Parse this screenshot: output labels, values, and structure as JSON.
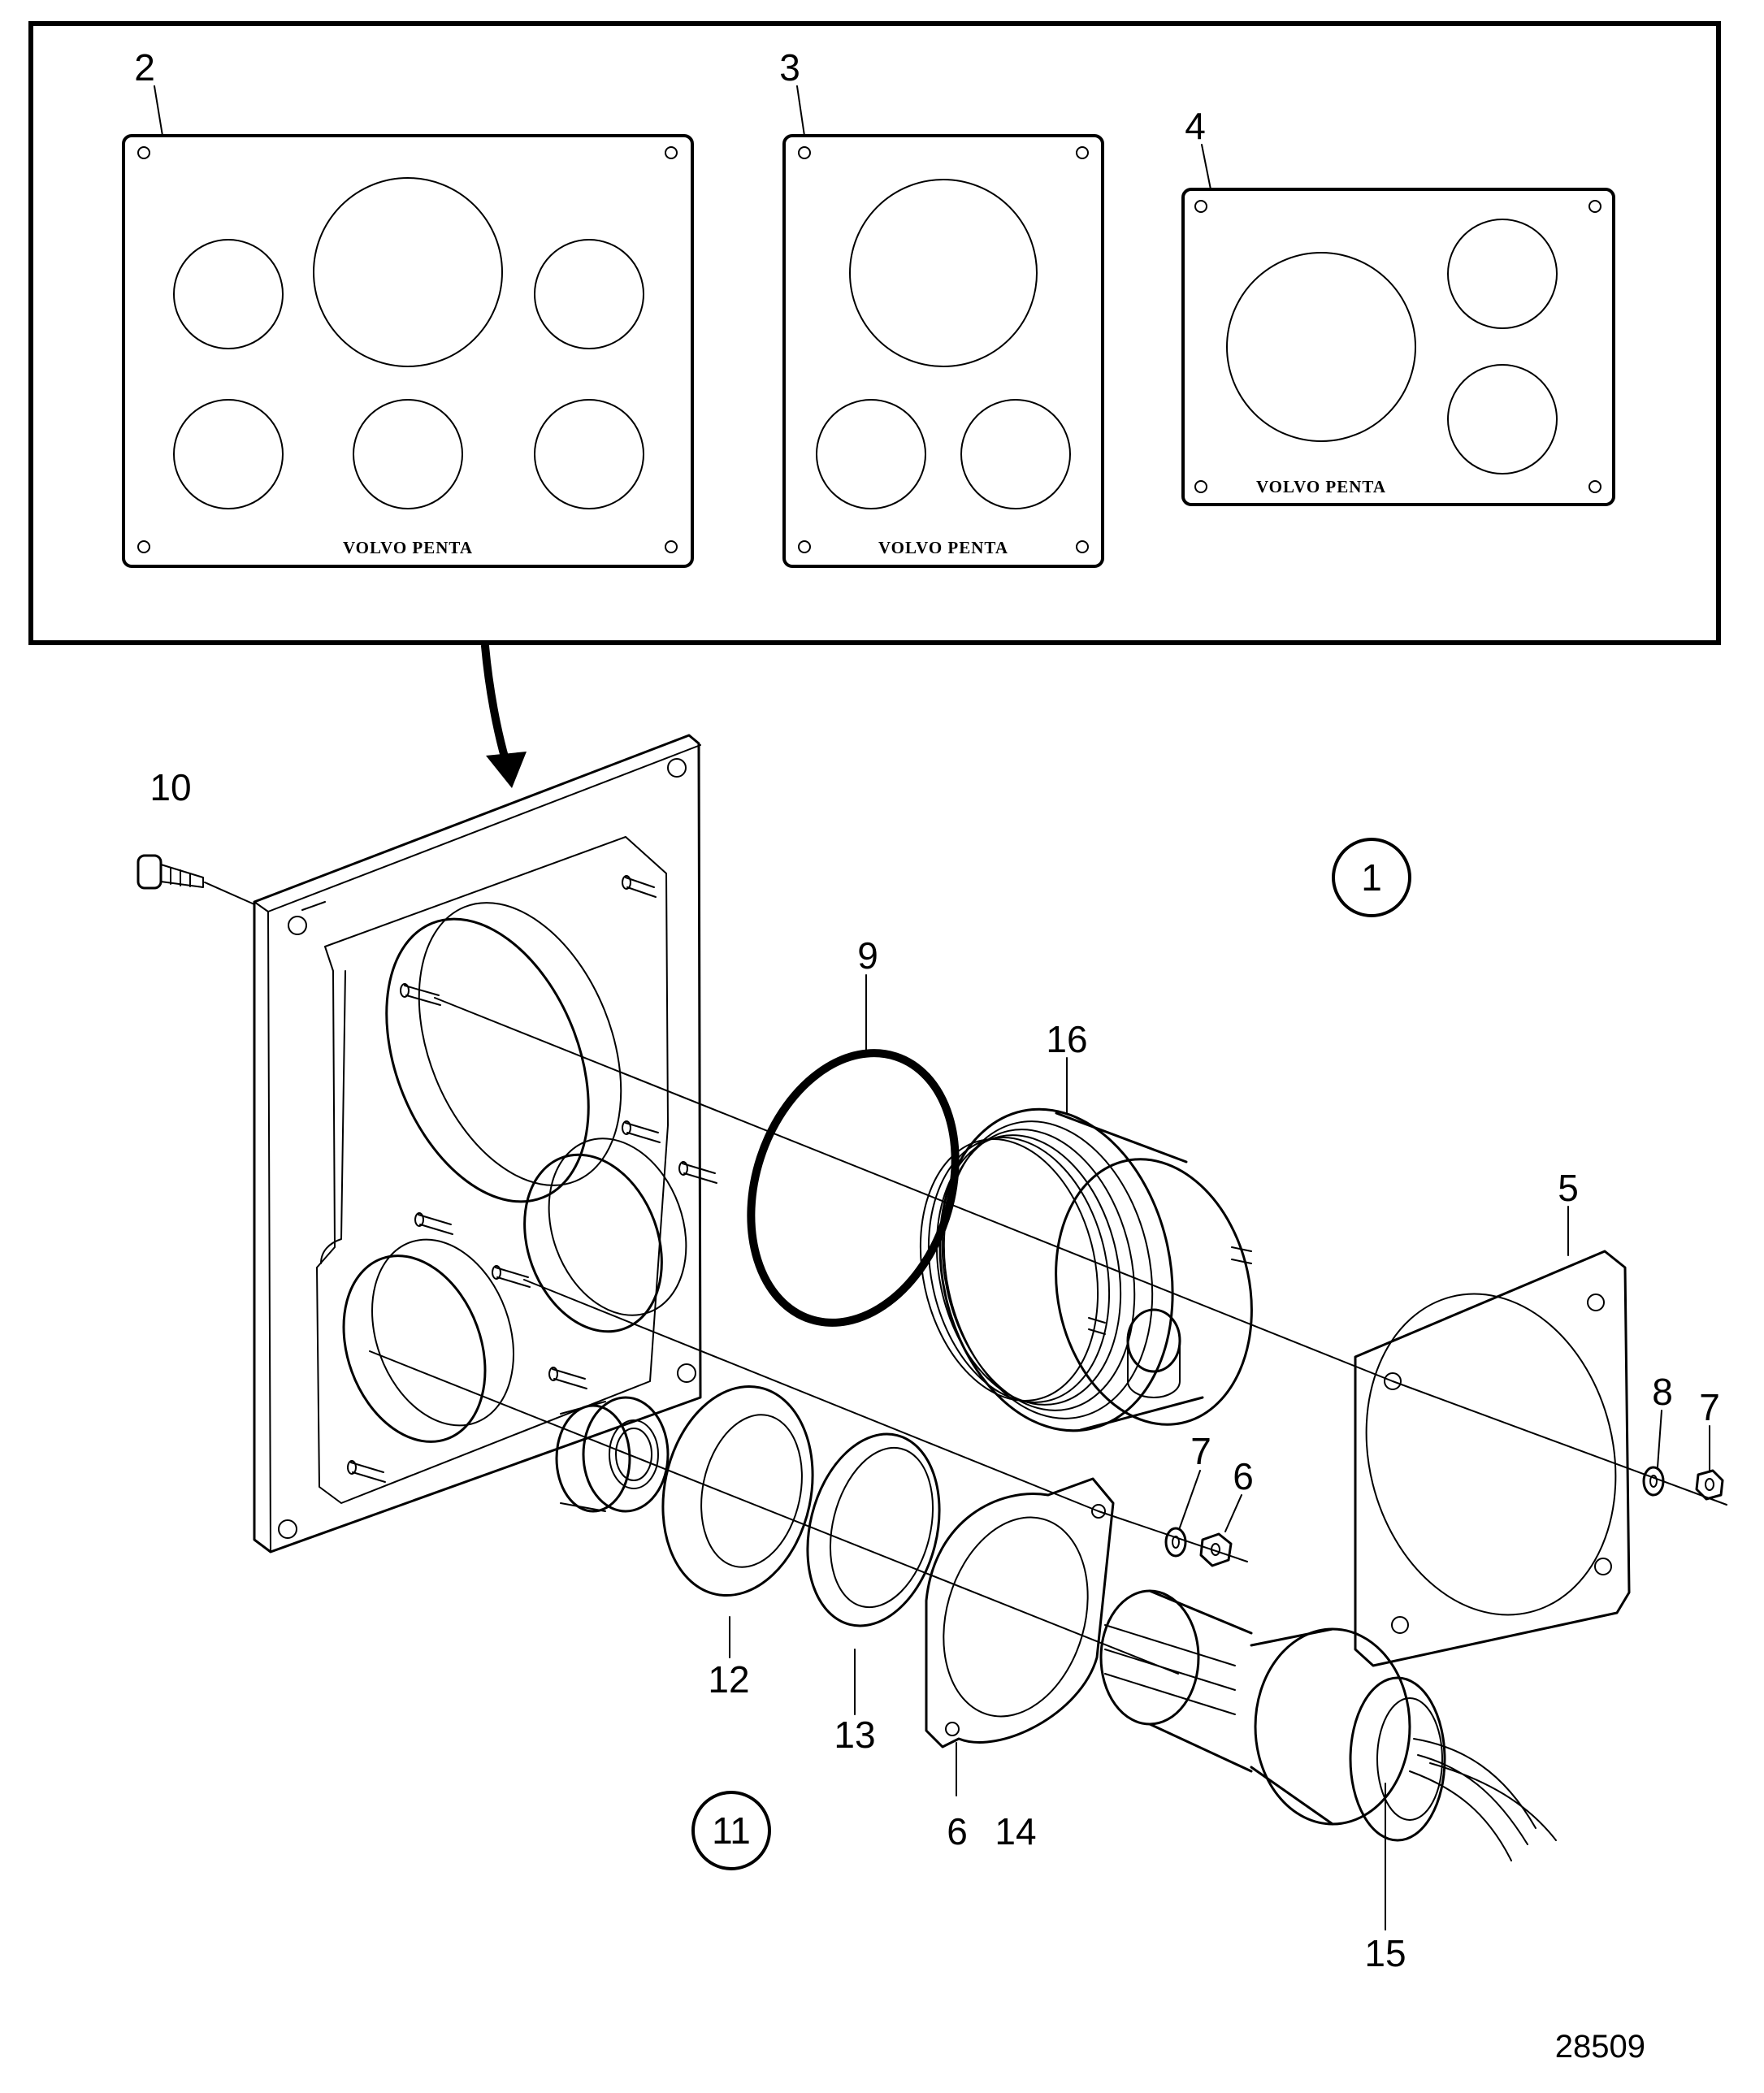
{
  "variants": {
    "brand_text": "VOLVO PENTA",
    "labels": [
      "2",
      "3",
      "4"
    ]
  },
  "callouts": {
    "c1": "1",
    "c5": "5",
    "c6a": "6",
    "c6b": "6",
    "c7a": "7",
    "c7b": "7",
    "c8": "8",
    "c9": "9",
    "c10": "10",
    "c11": "11",
    "c12": "12",
    "c13": "13",
    "c14": "14",
    "c15": "15",
    "c16": "16"
  },
  "reference_number": "28509"
}
